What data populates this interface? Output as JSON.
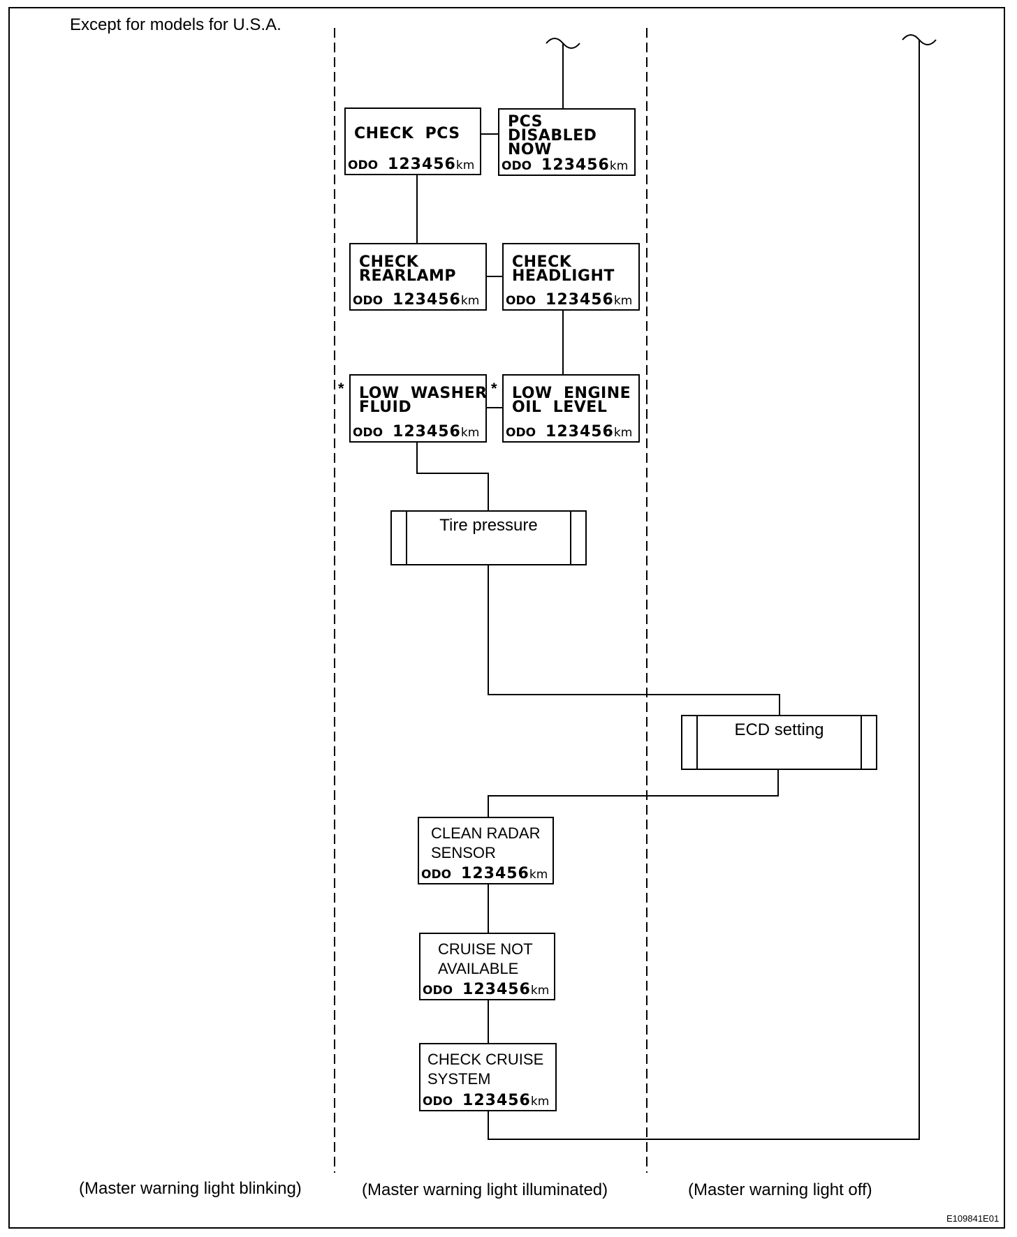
{
  "title": "Except for models for U.S.A.",
  "columns": {
    "blinking": "(Master warning light blinking)",
    "illuminated": "(Master warning light illuminated)",
    "off": "(Master warning light off)"
  },
  "figure_id": "E109841E01",
  "odo": {
    "label": "ODO",
    "value": "123456",
    "unit": "km"
  },
  "star": "*",
  "messages": {
    "check_pcs": "CHECK  PCS",
    "pcs_disabled": "PCS\nDISABLED\nNOW",
    "check_rearlamp": "CHECK\nREARLAMP",
    "check_headlight": "CHECK\nHEADLIGHT",
    "low_washer": "LOW  WASHER\nFLUID",
    "low_oil": "LOW  ENGINE\nOIL  LEVEL",
    "clean_radar": "CLEAN RADAR\nSENSOR",
    "cruise_na": "CRUISE NOT\nAVAILABLE",
    "check_cruise": "CHECK CRUISE\nSYSTEM"
  },
  "processes": {
    "tire": "Tire pressure",
    "ecd": "ECD setting"
  }
}
